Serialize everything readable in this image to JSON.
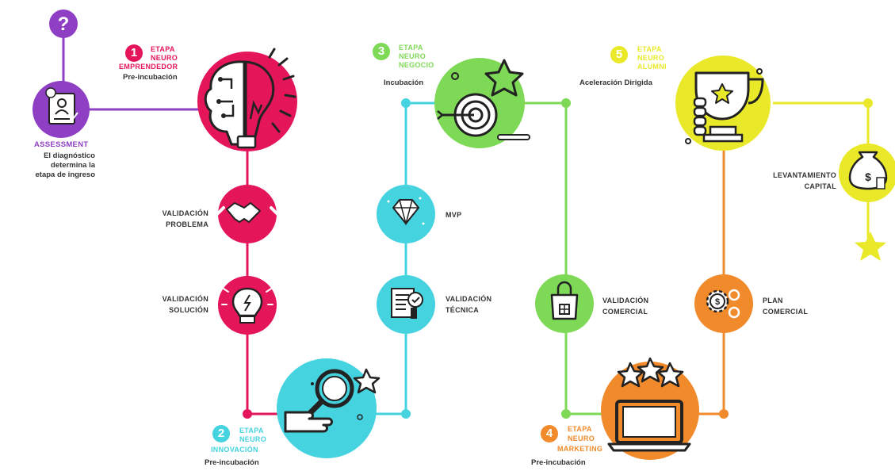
{
  "colors": {
    "purple": "#8E3FC4",
    "crimson": "#E5155A",
    "cyan": "#45D3E0",
    "green": "#7ED957",
    "orange": "#F08A2B",
    "yellow": "#E9E929",
    "dark": "#333333"
  },
  "start": {
    "help_icon": "question-icon",
    "assessment_title": "ASSESSMENT",
    "assessment_desc": [
      "El diagnóstico",
      "determina la",
      "etapa de ingreso"
    ]
  },
  "stages": [
    {
      "number": "1",
      "line1": "ETAPA",
      "line2": "NEURO",
      "line3": "EMPRENDEDOR",
      "subtitle": "Pre-incubación",
      "icon": "brain-bulb-icon"
    },
    {
      "number": "2",
      "line1": "ETAPA",
      "line2": "NEURO",
      "line3": "INNOVACIÓN",
      "subtitle": "Pre-incubación",
      "icon": "magnifier-hand-icon"
    },
    {
      "number": "3",
      "line1": "ETAPA",
      "line2": "NEURO",
      "line3": "NEGOCIO",
      "subtitle": "Incubación",
      "icon": "target-star-icon"
    },
    {
      "number": "4",
      "line1": "ETAPA",
      "line2": "NEURO",
      "line3": "MARKETING",
      "subtitle": "Pre-incubación",
      "icon": "laptop-stars-icon"
    },
    {
      "number": "5",
      "line1": "ETAPA",
      "line2": "NEURO",
      "line3": "ALUMNI",
      "subtitle": "Aceleración Dirigida",
      "icon": "trophy-icon"
    }
  ],
  "steps": {
    "validacion_problema": [
      "VALIDACIÓN",
      "PROBLEMA"
    ],
    "validacion_solucion": [
      "VALIDACIÓN",
      "SOLUCIÓN"
    ],
    "mvp": [
      "MVP"
    ],
    "validacion_tecnica": [
      "VALIDACIÓN",
      "TÉCNICA"
    ],
    "validacion_comercial": [
      "VALIDACIÓN",
      "COMERCIAL"
    ],
    "plan_comercial": [
      "PLAN",
      "COMERCIAL"
    ],
    "levantamiento_capital": [
      "LEVANTAMIENTO",
      "CAPITAL"
    ]
  },
  "end": {
    "icon": "star-icon"
  }
}
